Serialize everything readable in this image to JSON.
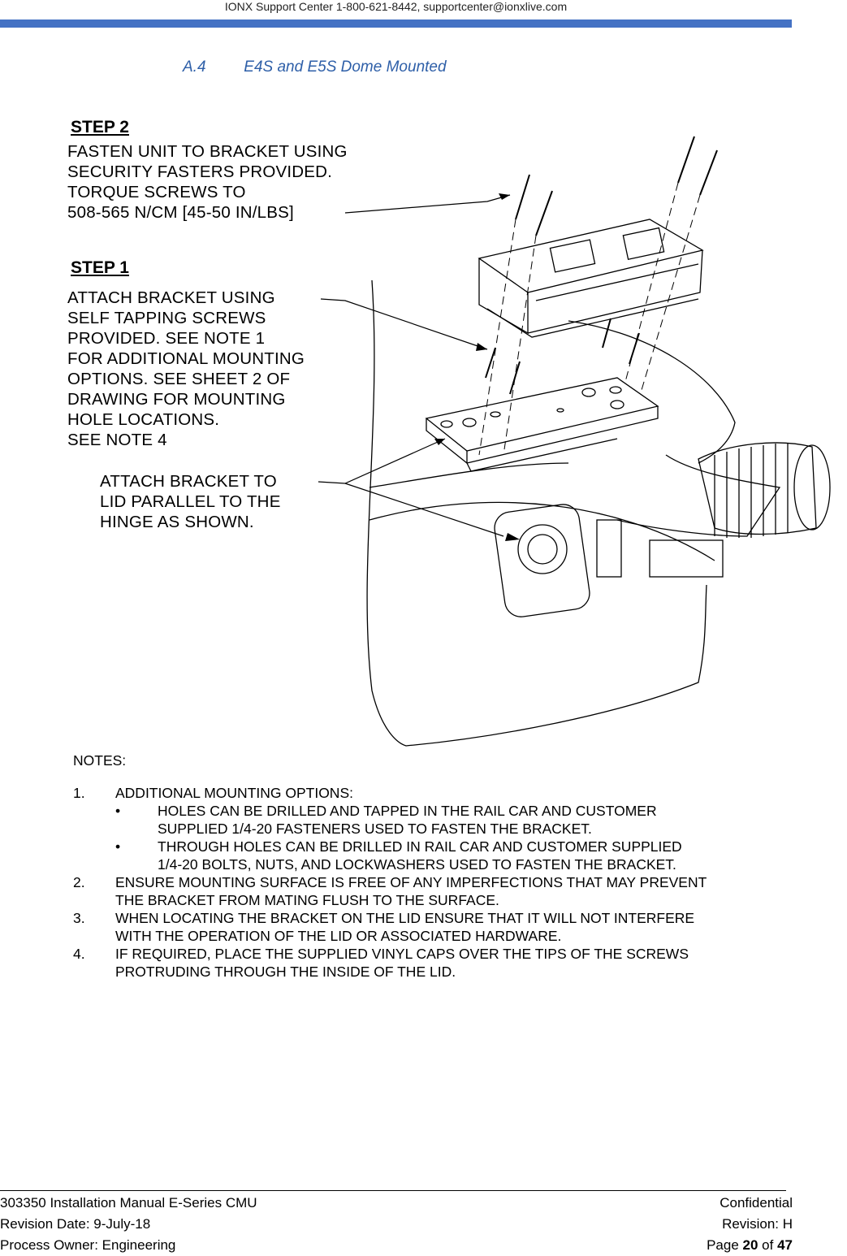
{
  "header": {
    "support_line": "IONX Support Center 1-800-621-8442, supportcenter@ionxlive.com"
  },
  "section": {
    "number": "A.4",
    "title": "E4S and E5S Dome Mounted"
  },
  "diagram": {
    "step2": {
      "heading": "STEP 2",
      "lines": [
        "FASTEN UNIT TO BRACKET USING",
        "SECURITY FASTERS PROVIDED.",
        "TORQUE SCREWS TO",
        "508-565 N/CM [45-50 IN/LBS]"
      ]
    },
    "step1": {
      "heading": "STEP 1",
      "lines": [
        "ATTACH BRACKET USING",
        "SELF TAPPING SCREWS",
        "PROVIDED. SEE NOTE 1",
        "FOR ADDITIONAL MOUNTING",
        "OPTIONS. SEE SHEET 2 OF",
        "DRAWING FOR MOUNTING",
        "HOLE LOCATIONS.",
        "SEE NOTE 4"
      ]
    },
    "attach_lines": [
      "ATTACH BRACKET TO",
      "LID PARALLEL TO THE",
      "HINGE AS SHOWN."
    ]
  },
  "notes": {
    "heading": "NOTES:",
    "n1": {
      "num": "1.",
      "text": "ADDITIONAL MOUNTING OPTIONS:",
      "b1": {
        "sym": "•",
        "l1": "HOLES CAN BE DRILLED AND TAPPED IN THE RAIL CAR AND CUSTOMER",
        "l2": "SUPPLIED 1/4-20 FASTENERS USED TO FASTEN THE BRACKET."
      },
      "b2": {
        "sym": "•",
        "l1": "THROUGH HOLES CAN BE DRILLED IN RAIL CAR AND CUSTOMER SUPPLIED",
        "l2": "1/4-20 BOLTS, NUTS, AND LOCKWASHERS USED TO FASTEN THE BRACKET."
      }
    },
    "n2": {
      "num": "2.",
      "l1": "ENSURE MOUNTING SURFACE IS FREE OF ANY IMPERFECTIONS THAT MAY PREVENT",
      "l2": "THE BRACKET FROM MATING FLUSH TO THE SURFACE."
    },
    "n3": {
      "num": "3.",
      "l1": "WHEN LOCATING THE BRACKET ON THE LID ENSURE THAT IT WILL NOT INTERFERE",
      "l2": "WITH THE OPERATION OF THE LID OR ASSOCIATED HARDWARE."
    },
    "n4": {
      "num": "4.",
      "l1": "IF REQUIRED, PLACE THE SUPPLIED VINYL CAPS OVER THE TIPS OF THE SCREWS",
      "l2": "PROTRUDING THROUGH THE INSIDE OF THE LID."
    }
  },
  "footer": {
    "doc": "303350 Installation Manual E-Series CMU",
    "revision_date": "Revision Date: 9-July-18",
    "owner": "Process Owner:  Engineering",
    "confidential": "Confidential",
    "revision": "Revision: H",
    "page_prefix": "Page ",
    "page_num": "20",
    "page_of": " of ",
    "page_total": "47"
  }
}
